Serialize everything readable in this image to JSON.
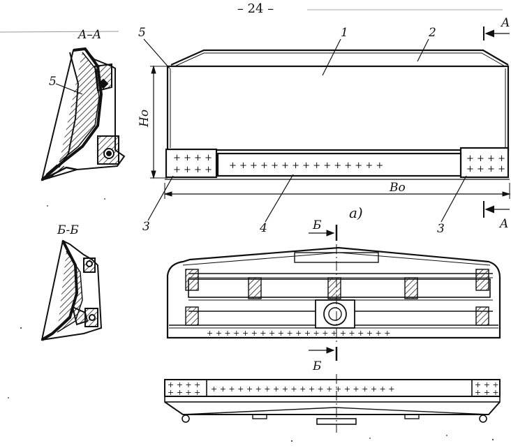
{
  "page_number": "– 24 –",
  "sections": {
    "section_aa": "A–A",
    "section_bb": "Б-Б",
    "view_a_left": "A",
    "view_a_right": "A",
    "view_b_top": "Б",
    "view_b_bottom": "Б"
  },
  "dimensions": {
    "height": "Hо",
    "width": "Bо"
  },
  "subfigure_label": "а)",
  "callouts": [
    "1",
    "2",
    "3",
    "3",
    "4",
    "5",
    "5"
  ],
  "colors": {
    "ink": "#1a1a1a",
    "paper": "#ffffff"
  }
}
